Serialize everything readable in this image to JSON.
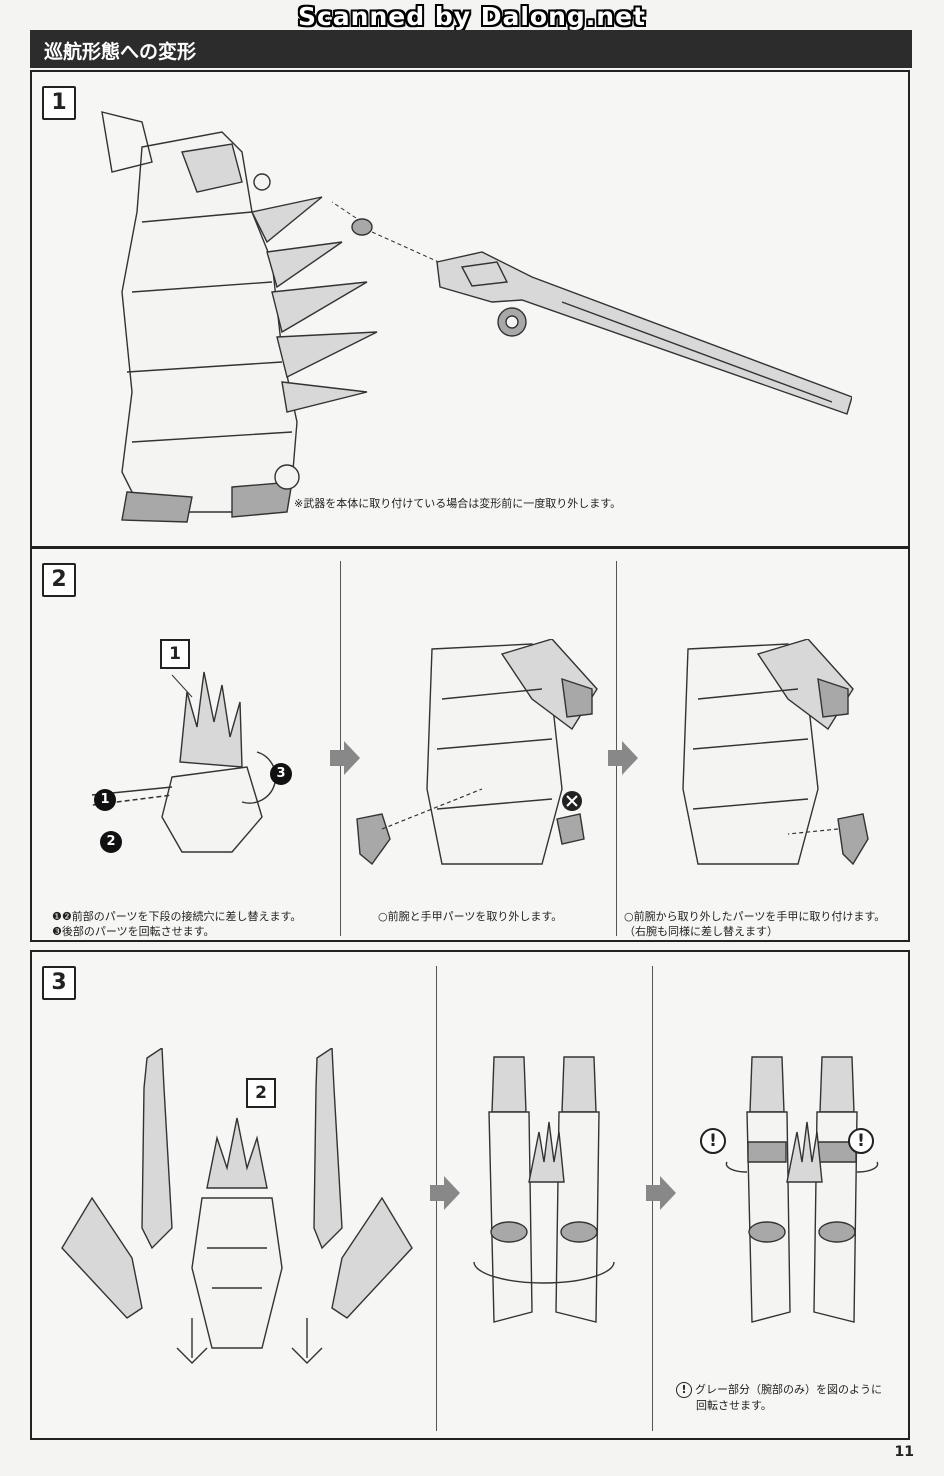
{
  "watermark": "Scanned by Dalong.net",
  "header": {
    "title": "巡航形態への変形"
  },
  "steps": [
    {
      "number": "1",
      "note": "※武器を本体に取り付けている場合は変形前に一度取り外します。"
    },
    {
      "number": "2",
      "part_callout": "1",
      "markers": {
        "one": "1",
        "two": "2",
        "three": "3"
      },
      "panels": [
        {
          "note_line1": "❶❷前部のパーツを下段の接続穴に差し替えます。",
          "note_line2": "❸後部のパーツを回転させます。"
        },
        {
          "note_line1": "○前腕と手甲パーツを取り外します。",
          "note_line2": ""
        },
        {
          "note_line1": "○前腕から取り外したパーツを手甲に取り付けます。",
          "note_line2": "（右腕も同様に差し替えます）"
        }
      ]
    },
    {
      "number": "3",
      "part_callout": "2",
      "warning_mark": "!",
      "note_line1": "グレー部分（腕部のみ）を図のように",
      "note_line2": "回転させます。"
    }
  ],
  "page_number": "11"
}
